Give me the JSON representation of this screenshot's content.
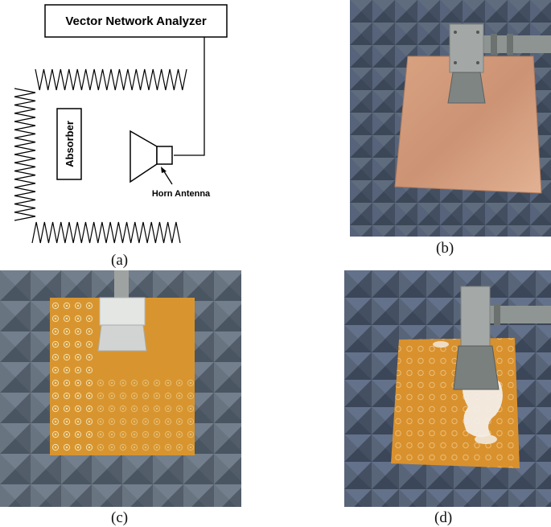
{
  "diagram": {
    "vna_label": "Vector Network Analyzer",
    "absorber_label": "Absorber",
    "horn_label": "Horn Antenna"
  },
  "captions": {
    "a": "(a)",
    "b": "(b)",
    "c": "(c)",
    "d": "(d)"
  },
  "colors": {
    "foam": "#4b5869",
    "copper": "#d49a74",
    "fr4": "#d8952f",
    "metal": "#a9adab"
  }
}
